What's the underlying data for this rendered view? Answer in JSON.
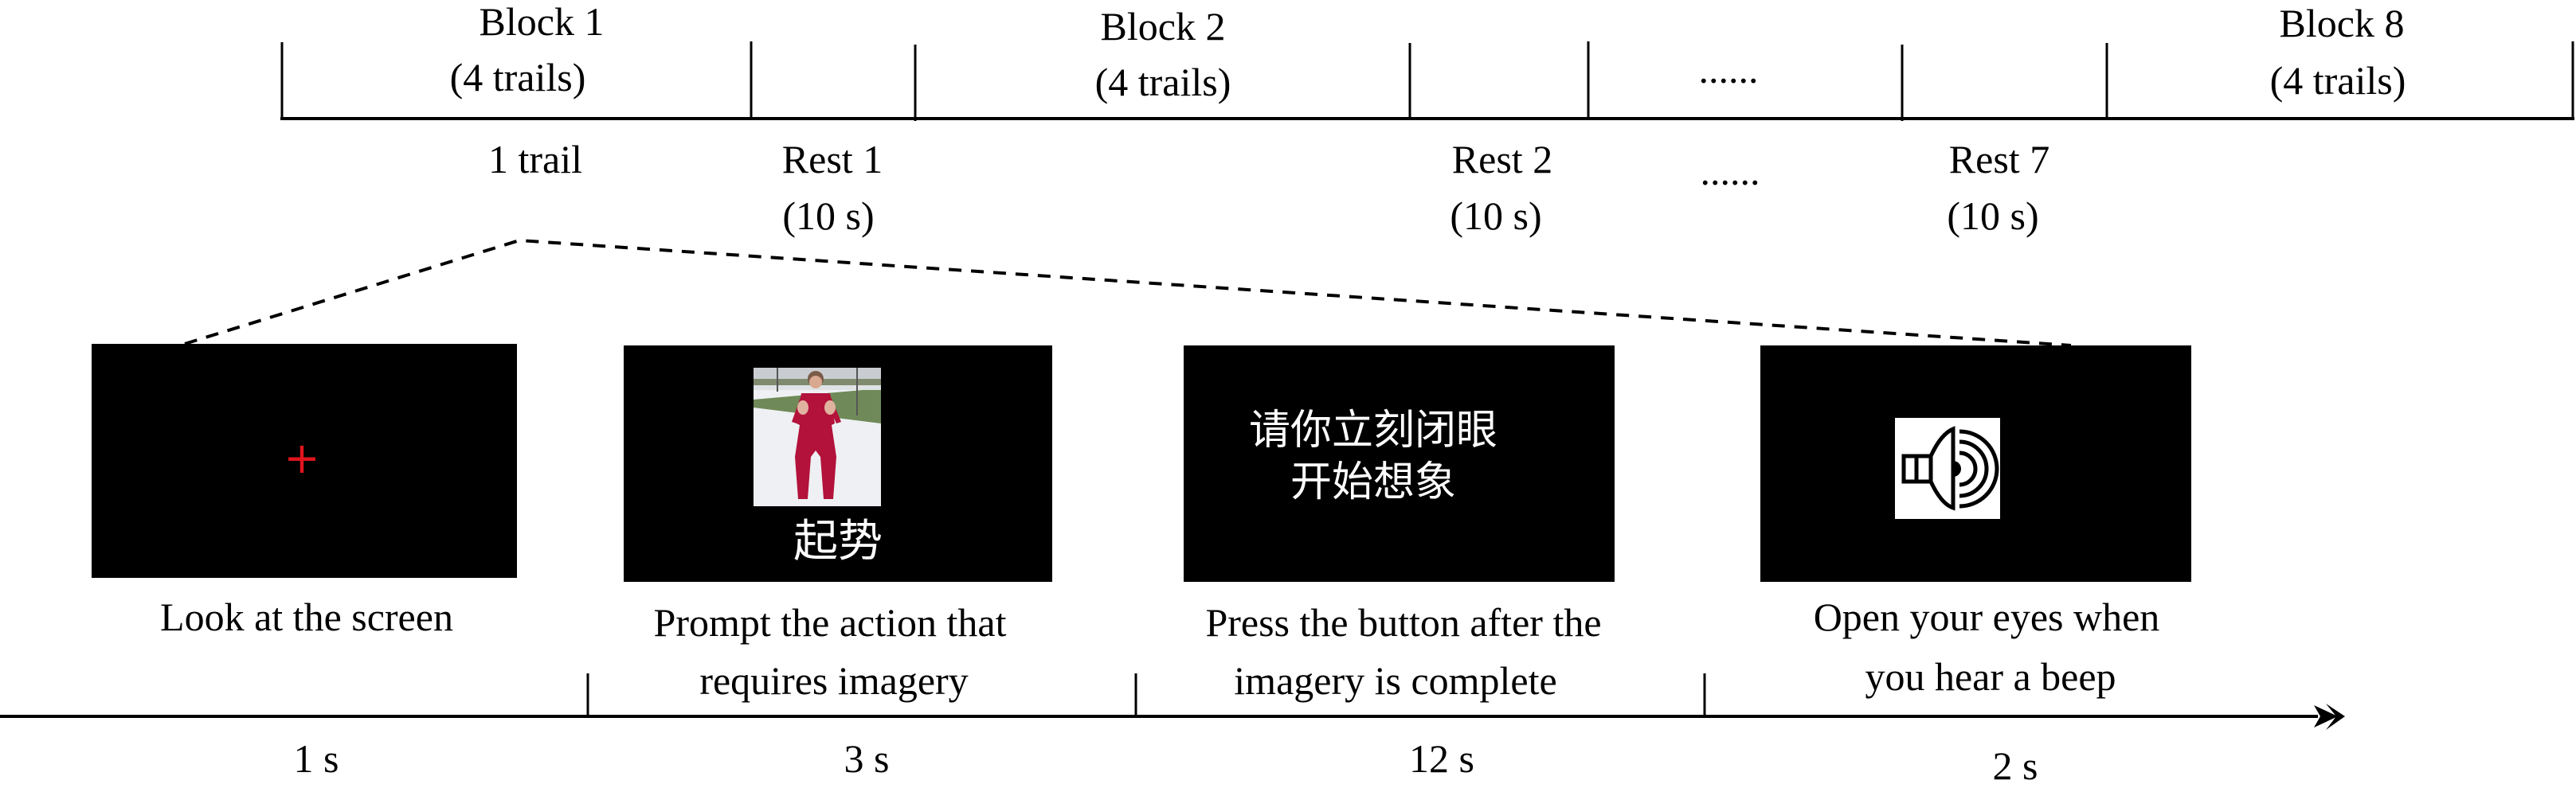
{
  "block_timeline": {
    "blocks": [
      {
        "title": "Block 1",
        "trials": "(4 trails)"
      },
      {
        "title": "Block 2",
        "trials": "(4 trails)"
      },
      {
        "title": "Block 8",
        "trials": "(4 trails)"
      }
    ],
    "ellipsis_top": "......",
    "trial_label": "1 trail",
    "rests": [
      {
        "title": "Rest 1",
        "duration": "(10 s)"
      },
      {
        "title": "Rest 2",
        "duration": "(10 s)"
      },
      {
        "title": "Rest 7",
        "duration": "(10 s)"
      }
    ],
    "ellipsis_bottom": "......"
  },
  "trial_steps": [
    {
      "screen": {
        "type": "fixation",
        "symbol": "+",
        "symbol_color": "#e0141c"
      },
      "caption_lines": [
        "Look at the screen"
      ],
      "duration": "1 s"
    },
    {
      "screen": {
        "type": "action-image",
        "image_desc": "person in red tai chi suit, opening posture",
        "text": "起势"
      },
      "caption_lines": [
        "Prompt the action that",
        "requires imagery"
      ],
      "duration": "3 s"
    },
    {
      "screen": {
        "type": "instruction",
        "text_lines": [
          "请你立刻闭眼",
          "开始想象"
        ]
      },
      "caption_lines": [
        "Press the button after the",
        "imagery is complete"
      ],
      "duration": "12 s"
    },
    {
      "screen": {
        "type": "audio-cue",
        "icon": "speaker-icon"
      },
      "caption_lines": [
        "Open your eyes when",
        "you hear a beep"
      ],
      "duration": "2 s"
    }
  ],
  "colors": {
    "screen_bg": "#000000",
    "fixation": "#e0141c",
    "line": "#000000"
  }
}
